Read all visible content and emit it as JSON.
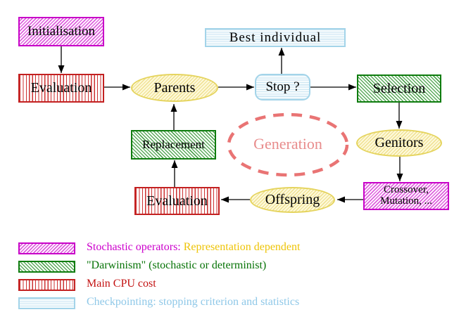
{
  "diagram": {
    "nodes": [
      {
        "id": "initialisation",
        "label": "Initialisation",
        "shape": "box",
        "pattern": "magenta-hatch"
      },
      {
        "id": "evaluation-top",
        "label": "Evaluation",
        "shape": "box",
        "pattern": "red-stripes"
      },
      {
        "id": "best-individual",
        "label": "Best individual",
        "shape": "box",
        "pattern": "cyan-stripes"
      },
      {
        "id": "parents",
        "label": "Parents",
        "shape": "ellipse",
        "pattern": "yellow-hatch"
      },
      {
        "id": "stop",
        "label": "Stop ?",
        "shape": "rounded-box",
        "pattern": "cyan-stripes"
      },
      {
        "id": "selection",
        "label": "Selection",
        "shape": "box",
        "pattern": "green-hatch"
      },
      {
        "id": "replacement",
        "label": "Replacement",
        "shape": "box",
        "pattern": "green-hatch"
      },
      {
        "id": "generation",
        "label": "Generation",
        "shape": "dashed-ellipse",
        "pattern": "none"
      },
      {
        "id": "genitors",
        "label": "Genitors",
        "shape": "ellipse",
        "pattern": "yellow-hatch"
      },
      {
        "id": "crossover-mutation",
        "label_line1": "Crossover,",
        "label_line2": "Mutation, ...",
        "shape": "box",
        "pattern": "magenta-hatch"
      },
      {
        "id": "offspring",
        "label": "Offspring",
        "shape": "ellipse",
        "pattern": "yellow-hatch"
      },
      {
        "id": "evaluation-bottom",
        "label": "Evaluation",
        "shape": "box",
        "pattern": "red-stripes"
      }
    ],
    "edges": [
      {
        "from": "initialisation",
        "to": "evaluation-top"
      },
      {
        "from": "evaluation-top",
        "to": "parents"
      },
      {
        "from": "parents",
        "to": "stop"
      },
      {
        "from": "stop",
        "to": "best-individual"
      },
      {
        "from": "stop",
        "to": "selection"
      },
      {
        "from": "selection",
        "to": "genitors"
      },
      {
        "from": "genitors",
        "to": "crossover-mutation"
      },
      {
        "from": "crossover-mutation",
        "to": "offspring"
      },
      {
        "from": "offspring",
        "to": "evaluation-bottom"
      },
      {
        "from": "evaluation-bottom",
        "to": "replacement"
      },
      {
        "from": "replacement",
        "to": "parents"
      }
    ]
  },
  "legend": {
    "items": [
      {
        "id": "stochastic-operators",
        "pattern": "magenta-hatch",
        "text_primary": "Stochastic operators:",
        "text_secondary": "Representation dependent",
        "color_primary": "#cc00cc",
        "color_secondary": "#eec407"
      },
      {
        "id": "darwinism",
        "pattern": "green-hatch",
        "text_primary": "\"Darwinism\" (stochastic or determinist)",
        "color_primary": "#067306"
      },
      {
        "id": "main-cpu-cost",
        "pattern": "red-stripes",
        "text_primary": "Main CPU cost",
        "color_primary": "#c31212"
      },
      {
        "id": "checkpointing",
        "pattern": "cyan-stripes",
        "text_primary": "Checkpointing: stopping criterion and statistics",
        "color_primary": "#8fc8e8"
      }
    ]
  },
  "colors": {
    "magenta_border": "#c803c8",
    "green_border": "#0e7c0e",
    "red_border": "#c32121",
    "cyan_border": "#a3d4e9",
    "yellow_border": "#e5d45e",
    "generation_dash": "#e97474",
    "generation_text": "#e88c8c",
    "arrow": "#000000",
    "background": "#ffffff"
  }
}
